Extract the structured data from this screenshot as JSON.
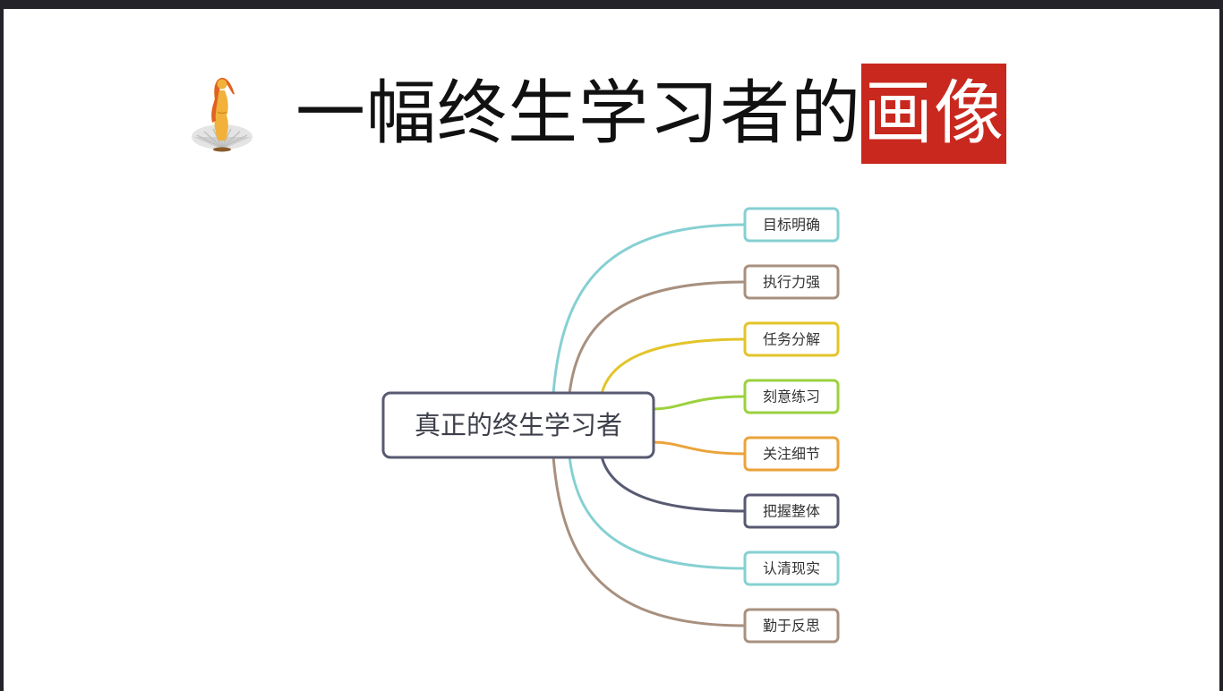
{
  "title": {
    "main": "一幅终生学习者的",
    "highlight": "画像",
    "icon": "venus-figure-icon"
  },
  "mindmap": {
    "root": "真正的终生学习者",
    "branches": [
      {
        "label": "目标明确",
        "color": "#86d0d2"
      },
      {
        "label": "执行力强",
        "color": "#a8907f"
      },
      {
        "label": "任务分解",
        "color": "#e3c42a"
      },
      {
        "label": "刻意练习",
        "color": "#9bd13f"
      },
      {
        "label": "关注细节",
        "color": "#eba33b"
      },
      {
        "label": "把握整体",
        "color": "#585a72"
      },
      {
        "label": "认清现实",
        "color": "#86d0d2"
      },
      {
        "label": "勤于反思",
        "color": "#a8907f"
      }
    ]
  }
}
